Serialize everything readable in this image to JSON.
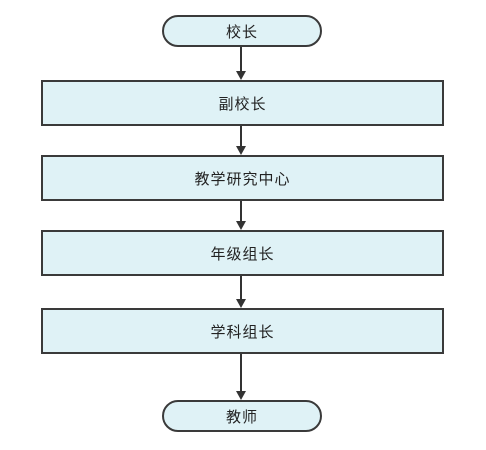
{
  "diagram": {
    "nodes": [
      {
        "id": "principal",
        "label": "校长",
        "shape": "terminal"
      },
      {
        "id": "vice-principal",
        "label": "副校长",
        "shape": "process"
      },
      {
        "id": "teaching-research-center",
        "label": "教学研究中心",
        "shape": "process"
      },
      {
        "id": "grade-leader",
        "label": "年级组长",
        "shape": "process"
      },
      {
        "id": "subject-leader",
        "label": "学科组长",
        "shape": "process"
      },
      {
        "id": "teacher",
        "label": "教师",
        "shape": "terminal"
      }
    ],
    "edges": [
      {
        "from": "principal",
        "to": "vice-principal"
      },
      {
        "from": "vice-principal",
        "to": "teaching-research-center"
      },
      {
        "from": "teaching-research-center",
        "to": "grade-leader"
      },
      {
        "from": "grade-leader",
        "to": "subject-leader"
      },
      {
        "from": "subject-leader",
        "to": "teacher"
      }
    ],
    "colors": {
      "node_fill": "#dff2f6",
      "node_border": "#3a3a3a",
      "arrow": "#333333"
    }
  }
}
